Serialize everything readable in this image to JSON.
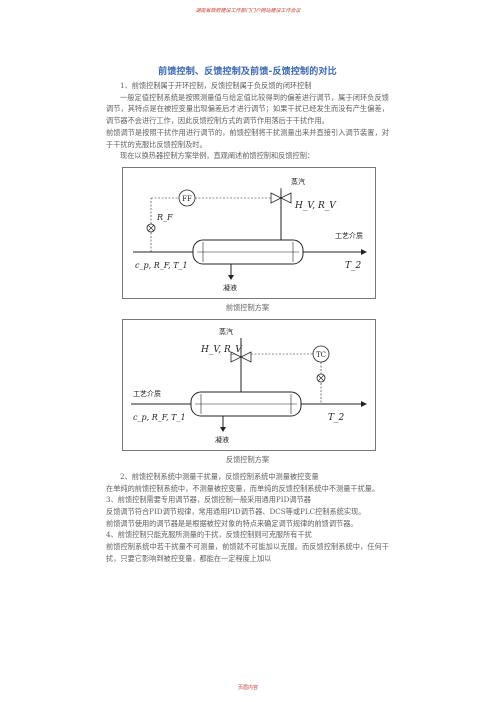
{
  "header": "湖南省政府建设工作部门门户网站建设工作会议",
  "footer": "页眉内容",
  "title": "前馈控制、反馈控制及前馈-反馈控制的对比",
  "paragraphs": {
    "p1": "1、前馈控制属于开环控制，反馈控制属于负反馈的闭环控制",
    "p2": "一般定值控制系统是按照测量值与给定值比较得到的偏差进行调节，属于闭环负反馈调节，其特点是在被控变量出现偏差后才进行调节；如果干扰已经发生而没有产生偏差，调节器不会进行工作，因此反馈控制方式的调节作用落后于干扰作用。",
    "p3": "前馈调节是按照干扰作用进行调节的，前馈控制将干扰测量出来并直接引入调节装置，对于干扰的克服比反馈控制及时。",
    "p4": "现在以换热器控制方案举例，直观阐述前馈控制和反馈控制：",
    "p5": "2、前馈控制系统中测量干扰量，反馈控制系统中测量被控变量",
    "p6": "在单纯的前馈控制系统中，不测量被控变量，而单纯的反馈控制系统中不测量干扰量。",
    "p7": "3、前馈控制需要专用调节器，反馈控制一般采用通用PID调节器",
    "p8": "反馈调节符合PID调节规律，常用通用PID调节器、DCS等或PLC控制系统实现。",
    "p9": "前馈调节使用的调节器是是根据被控对象的特点来确定调节规律的前馈调节器。",
    "p10": "4、前馈控制只能克服所测量的干扰，反馈控制则可克服所有干扰",
    "p11": "前馈控制系统中若干扰量不可测量，前馈就不可能加以克服。而反馈控制系统中，任何干扰，只要它影响到被控变量，都能在一定程度上加以"
  },
  "figures": {
    "feedforward": {
      "caption": "前馈控制方案",
      "controller": "FF",
      "steam": "蒸汽",
      "valve_params": "H_V, R_V",
      "sensor_param": "R_F",
      "inlet": "c_p, R_F, T_1",
      "outlet_label": "工艺介质",
      "outlet_temp": "T_2",
      "condensate": "凝液"
    },
    "feedback": {
      "caption": "反馈控制方案",
      "controller": "TC",
      "steam": "蒸汽",
      "valve_params": "H_V, R_V",
      "inlet_label": "工艺介质",
      "inlet": "c_p, R_F, T_1",
      "outlet_temp": "T_2",
      "condensate": "凝液"
    }
  },
  "colors": {
    "title": "#3b67b5",
    "header": "#c0392b",
    "text": "#606060"
  }
}
